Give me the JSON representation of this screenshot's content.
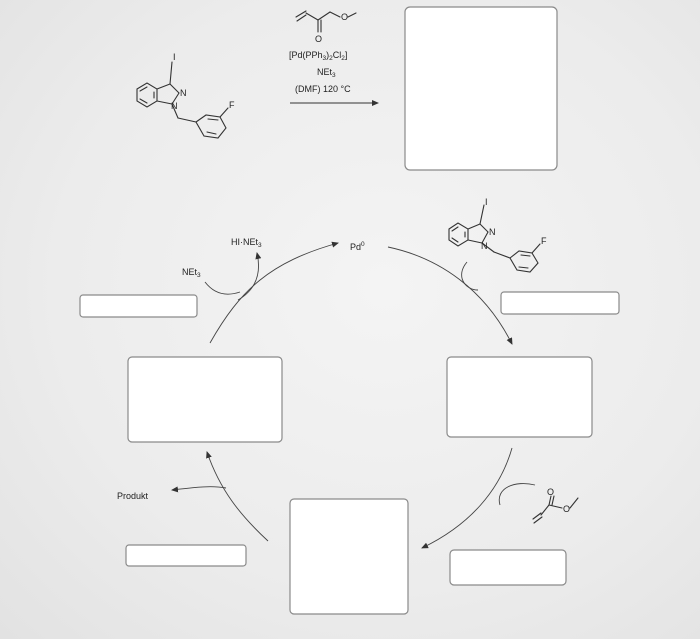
{
  "reaction": {
    "reagent_line1": "[Pd(PPh",
    "reagent_line1_sub": "3",
    "reagent_line1_mid": ")",
    "reagent_line1_sub2": "2",
    "reagent_line1_end": "Cl",
    "reagent_line1_sub3": "2",
    "reagent_line1_close": "]",
    "reagent_line2": "NEt",
    "reagent_line2_sub": "3",
    "reagent_line3": "(DMF) 120 °C"
  },
  "cycle": {
    "hinet3": "HI·NEt",
    "hinet3_sub": "3",
    "pd0": "Pd",
    "pd0_sup": "0",
    "net3": "NEt",
    "net3_sub": "3",
    "produkt": "Produkt"
  },
  "atoms": {
    "iodine": "I",
    "nitrogen": "N",
    "fluorine": "F",
    "oxygen": "O"
  }
}
